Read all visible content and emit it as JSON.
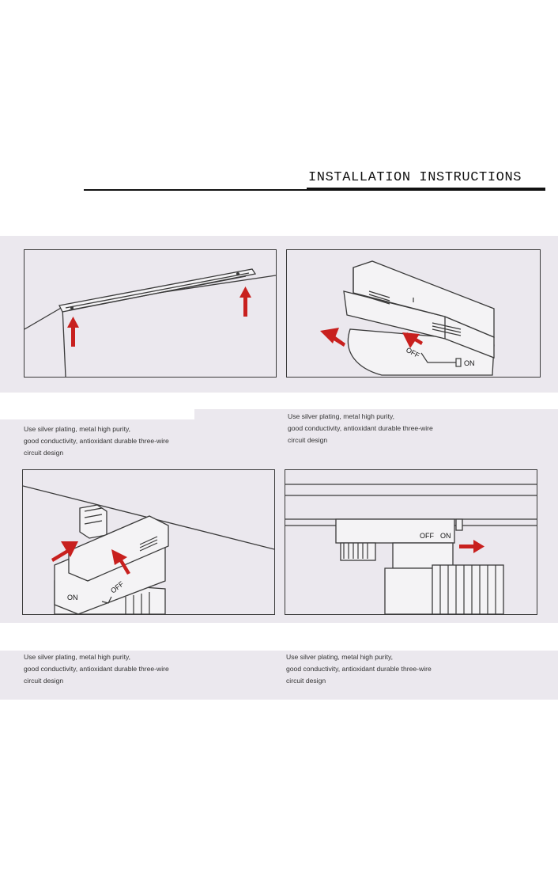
{
  "header": {
    "title": "INSTALLATION INSTRUCTIONS"
  },
  "panels": {
    "p2": {
      "switch_off": "OFF",
      "switch_on": "ON"
    },
    "p3": {
      "switch_on": "ON",
      "switch_off": "OFF"
    },
    "p4": {
      "switch_off": "OFF",
      "switch_on": "ON"
    }
  },
  "captions": [
    {
      "line1": "Use silver plating, metal high purity,",
      "line2": "good conductivity, antioxidant durable three-wire",
      "line3": "circuit design"
    },
    {
      "line1": "Use silver plating, metal high purity,",
      "line2": "good conductivity, antioxidant durable three-wire",
      "line3": "circuit design"
    },
    {
      "line1": "Use silver plating, metal high purity,",
      "line2": "good conductivity, antioxidant durable three-wire",
      "line3": "circuit design"
    },
    {
      "line1": "Use silver plating, metal high purity,",
      "line2": "good conductivity, antioxidant durable three-wire",
      "line3": "circuit design"
    }
  ],
  "colors": {
    "background": "#ebe8ee",
    "arrow": "#c8201e",
    "line": "#3a3a3a"
  }
}
